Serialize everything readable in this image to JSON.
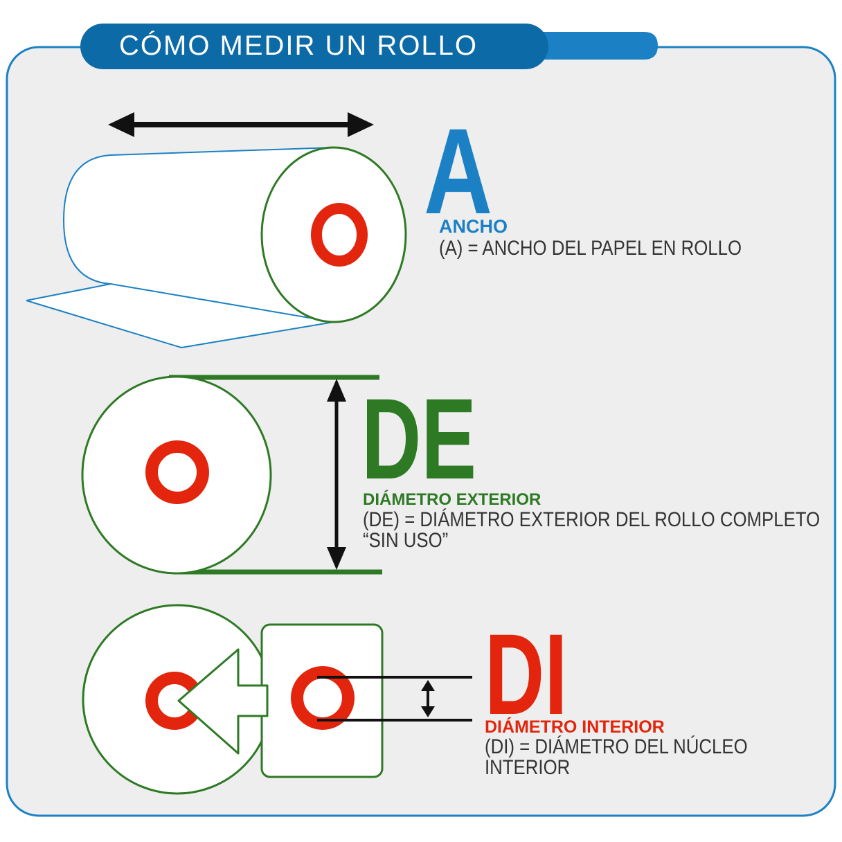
{
  "title": "CÓMO MEDIR UN ROLLO",
  "colors": {
    "blue": "#1b81c4",
    "green": "#2e7a24",
    "red": "#e2250c",
    "panel": "#eeeeee",
    "text": "#333333"
  },
  "sections": {
    "ancho": {
      "letter": "A",
      "heading": "ANCHO",
      "description": "(A) = ANCHO DEL PAPEL EN ROLLO"
    },
    "exterior": {
      "letter": "DE",
      "heading": "DIÁMETRO EXTERIOR",
      "description_line1": "(DE) = DIÁMETRO EXTERIOR DEL ROLLO COMPLETO",
      "description_line2": "“SIN USO”"
    },
    "interior": {
      "letter": "DI",
      "heading": "DIÁMETRO INTERIOR",
      "description_line1": "(DI) = DIÁMETRO DEL NÚCLEO",
      "description_line2": "INTERIOR"
    }
  },
  "icons": [
    "double-arrow-horizontal-icon",
    "double-arrow-vertical-icon",
    "pointer-arrow-icon"
  ]
}
